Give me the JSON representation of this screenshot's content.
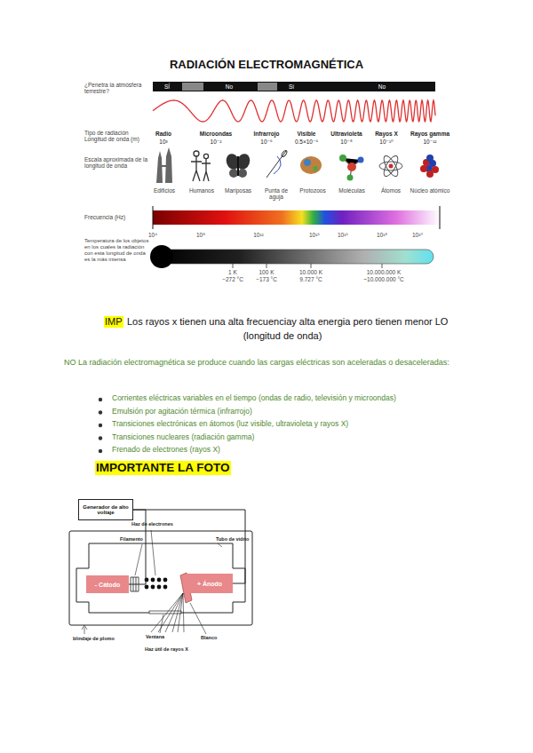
{
  "diagram": {
    "title": "RADIACIÓN ELECTROMAGNÉTICA",
    "nodes": [
      {
        "text": [
          "Generador de alto voltaje"
        ]
      },
      {
        "text": [
          "- Cátodo"
        ]
      },
      {
        "text": [
          "+ Ánodo"
        ]
      }
    ],
    "edges": [
      {
        "from": 0,
        "to": 1,
        "arrow": "none"
      },
      {
        "from": 0,
        "to": 2,
        "arrow": "none"
      }
    ],
    "labels": [
      "¿Penetra la atmósfera terrestre?",
      "SÍ",
      "No",
      "Sí",
      "No",
      "Tipo de radiación Longitud de onda (m)",
      "Radio",
      "Microondas",
      "Infrarrojo",
      "Visible",
      "Ultravioleta",
      "Rayos X",
      "Rayos gamma",
      "10³",
      "10⁻²",
      "10⁻⁵",
      "0.5×10⁻⁶",
      "10⁻⁸",
      "10⁻¹⁰",
      "10⁻¹²",
      "Escala aproximada de la longitud de onda",
      "Edificios",
      "Humanos",
      "Mariposas",
      "Punta de aguja",
      "Protozoos",
      "Moléculas",
      "Átomos",
      "Núcleo atómico",
      "Frecuencia (Hz)",
      "10⁴",
      "10⁸",
      "10¹²",
      "10¹⁵",
      "10¹⁶",
      "10¹⁸",
      "10²⁰",
      "Temperatura de los objetos en los cuales la radiación con esta longitud de onda es la más intensa",
      "1 K",
      "−272 °C",
      "100 K",
      "−173 °C",
      "10.000 K",
      "9.727 °C",
      "10.000.000 K",
      "~10.000.000 °C",
      "IMP",
      "Los rayos x tienen una alta frecuenciay alta energia pero tienen menor LO",
      "(longitud de onda)",
      "NO La radiación electromagnética se produce cuando las cargas eléctricas son aceleradas o desaceleradas:",
      "Corrientes eléctricas variables en el tiempo (ondas de radio, televisión y microondas)",
      "Emulsión por agitación térmica (infrarrojo)",
      "Transiciones electrónicas en átomos (luz visible, ultravioleta y rayos X)",
      "Transiciones nucleares (radiación gamma)",
      "Frenado de electrones (rayos X)",
      "IMPORTANTE LA FOTO",
      "Haz de electrones",
      "Filamento",
      "Tubo de vidrio",
      "Ventana",
      "Blanco",
      "Haz útil de rayos X",
      "blindaje de plomo"
    ]
  }
}
